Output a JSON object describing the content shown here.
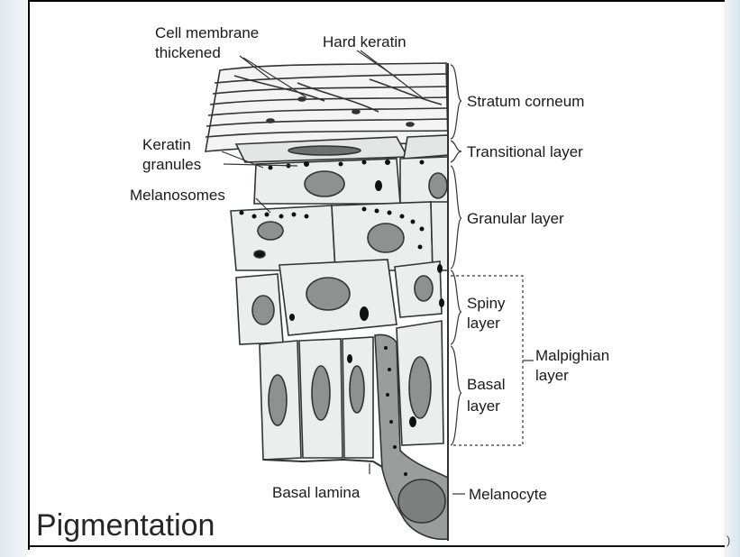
{
  "slide": {
    "title": "Pigmentation",
    "page_number": ")"
  },
  "diagram": {
    "labels": {
      "cell_membrane_1": "Cell membrane",
      "cell_membrane_2": "thickened",
      "hard_keratin": "Hard keratin",
      "stratum_corneum": "Stratum corneum",
      "keratin_granules_1": "Keratin",
      "keratin_granules_2": "granules",
      "transitional_layer": "Transitional layer",
      "melanosomes": "Melanosomes",
      "granular_layer": "Granular layer",
      "spiny_1": "Spiny",
      "spiny_2": "layer",
      "malpighian_1": "Malpighian",
      "malpighian_2": "layer",
      "basal_1": "Basal",
      "basal_2": "layer",
      "basal_lamina": "Basal lamina",
      "melanocyte": "Melanocyte"
    }
  },
  "colors": {
    "cell_fill": "#eceeed",
    "nucleus_fill": "#8f9190",
    "melanocyte_fill": "#9b9d9c",
    "outline": "#333333",
    "granule": "#111111"
  }
}
